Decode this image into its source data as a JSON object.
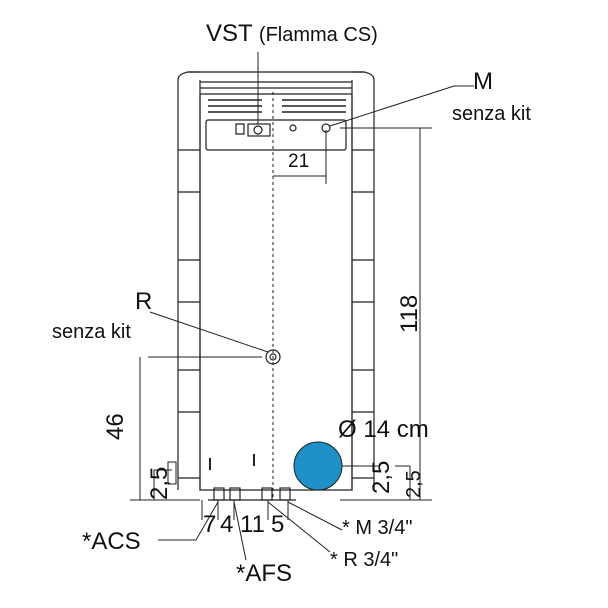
{
  "labels": {
    "vst": "VST",
    "vst_note": "(Flamma CS)",
    "m": "M",
    "m_note": "senza kit",
    "r": "R",
    "r_note": "senza kit",
    "dim_21": "21",
    "dim_118": "118",
    "dim_46": "46",
    "dim_2_5_left": "2,5",
    "dim_2_5_right": "2,5",
    "dim_2_5_flue": "2,5",
    "diameter": "Ø 14 cm",
    "bottom_dims": [
      "7",
      "4",
      "11",
      "5"
    ],
    "acs": "*ACS",
    "afs": "*AFS",
    "m34": "* M 3/4\"",
    "r34": "* R 3/4\""
  },
  "colors": {
    "line": "#222222",
    "flue": "#1e90c8"
  }
}
